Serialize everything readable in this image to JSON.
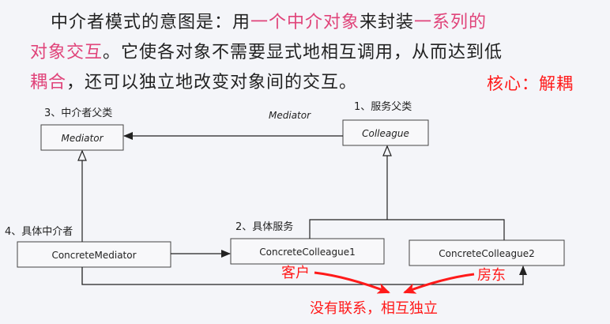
{
  "intro": {
    "l1_a": "中介者模式的意图是：用",
    "l1_b": "一个中介对象",
    "l1_c": "来封装",
    "l1_d": "一系列的",
    "l2_a": "对象交互",
    "l2_b": "。它使各对象不需要显式地相互调用，从而达到低",
    "l3_a": "耦合",
    "l3_b": "，还可以独立地改变对象间的交互。"
  },
  "core_note": "核心：解耦",
  "diagram": {
    "mediator_parent_label": "3、中介者父类",
    "colleague_parent_label": "1、服务父类",
    "concrete_mediator_label": "4、具体中介者",
    "concrete_colleague_label": "2、具体服务",
    "association_label": "Mediator",
    "mediator_box": "Mediator",
    "colleague_box": "Colleague",
    "concrete_mediator_box": "ConcreteMediator",
    "concrete_colleague1_box": "ConcreteColleague1",
    "concrete_colleague2_box": "ConcreteColleague2"
  },
  "annotations": {
    "client": "客户",
    "landlord": "房东",
    "conclusion": "没有联系，相互独立"
  },
  "colors": {
    "highlight": "#e0447a",
    "annotation_red": "#ff1a1a",
    "line": "#222222"
  }
}
